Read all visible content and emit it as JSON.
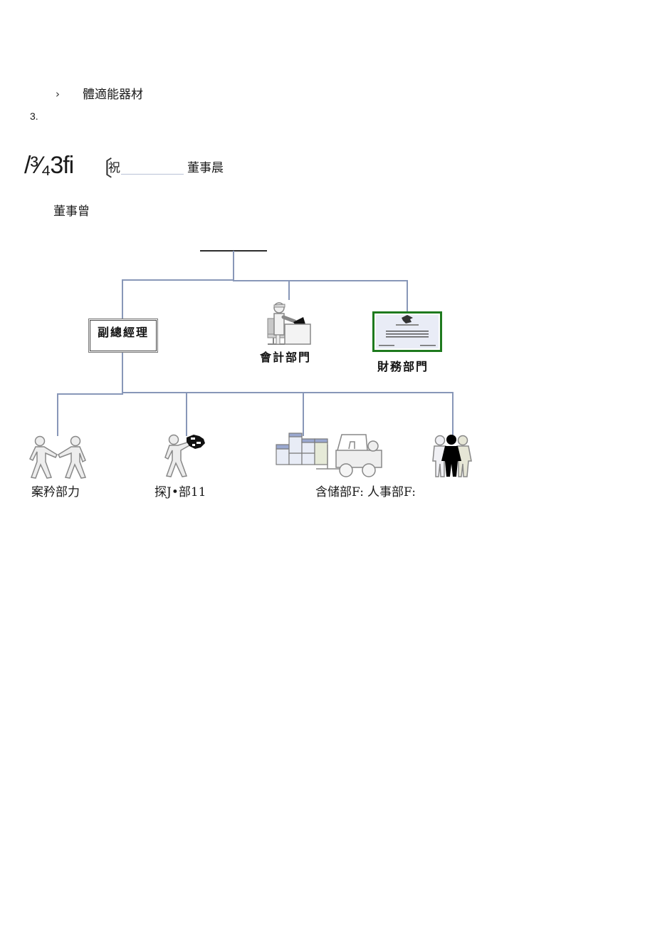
{
  "list": {
    "bullet_icon": "›",
    "bullet_item": "體適能器材",
    "section_number": "3."
  },
  "heading": {
    "garbled_prefix": "/³⁄₄3fi",
    "bracket": "〔",
    "label_left": "祝",
    "blank": "",
    "label_right": "董事晨"
  },
  "board_label": "董事曾",
  "org_chart": {
    "line_color": "#8897b8",
    "top_bar_color": "#2c2c2c",
    "level1": [
      {
        "label": "副總經理",
        "type": "box"
      },
      {
        "label": "會計部門",
        "icon": "accountant-desk-icon"
      },
      {
        "label": "財務部門",
        "icon": "certificate-icon",
        "accent": "#1e7a1e"
      }
    ],
    "level2": [
      {
        "label": "案矜部力",
        "icon": "handshake-people-icon"
      },
      {
        "label": "探J•部11",
        "icon": "person-holding-money-icon"
      },
      {
        "label": "含储部F:",
        "icon": "warehouse-forklift-icon"
      },
      {
        "label": "人事部F:",
        "icon": "group-people-icon"
      }
    ]
  }
}
